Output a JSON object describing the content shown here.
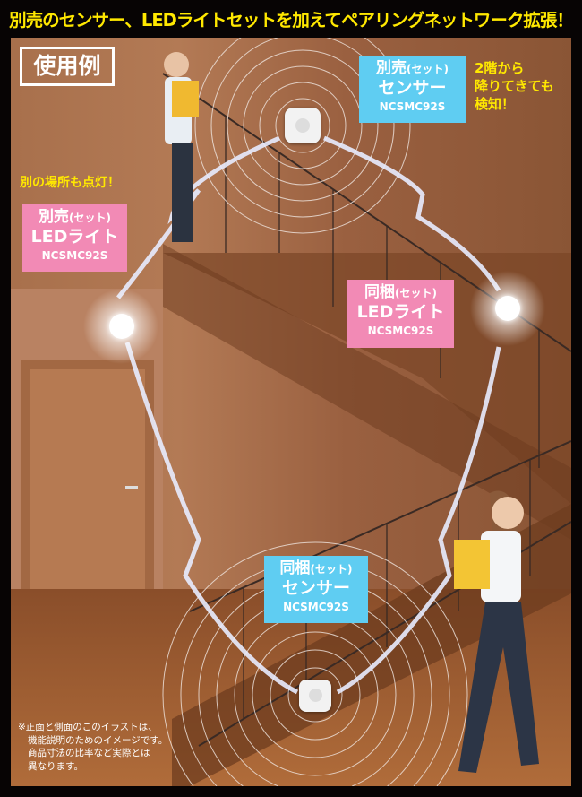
{
  "title": "別売のセンサー、LEDライトセットを加えてペアリングネットワーク拡張！",
  "badge": "使用例",
  "callouts": {
    "sensor_sold_separately": {
      "l1": "別売",
      "l1_small": "(セット)",
      "l2": "センサー",
      "model": "NCSMC92S"
    },
    "light_sold_separately": {
      "l1": "別売",
      "l1_small": "(セット)",
      "l2": "LEDライト",
      "model": "NCSMC92S"
    },
    "light_included": {
      "l1": "同梱",
      "l1_small": "(セット)",
      "l2": "LEDライト",
      "model": "NCSMC92S"
    },
    "sensor_included": {
      "l1": "同梱",
      "l1_small": "(セット)",
      "l2": "センサー",
      "model": "NCSMC92S"
    }
  },
  "annotations": {
    "upstairs": [
      "2階から",
      "降りてきても",
      "検知！"
    ],
    "elsewhere": "別の場所も点灯！"
  },
  "note": [
    "※正面と側面のこのイラストは、",
    "機能説明のためのイメージです。",
    "商品寸法の比率など実際とは",
    "異なります。"
  ],
  "colors": {
    "title": "#ffe800",
    "sensor_callout": "#5fcdf2",
    "light_callout": "#f28ab5"
  }
}
